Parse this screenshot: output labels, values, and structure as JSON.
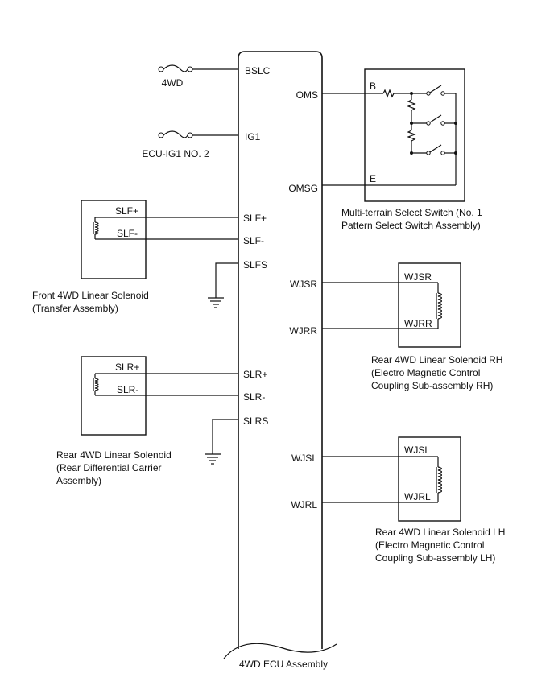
{
  "ecu": {
    "label": "4WD ECU Assembly",
    "pins_left": {
      "bslc": "BSLC",
      "ig1": "IG1",
      "slf_plus": "SLF+",
      "slf_minus": "SLF-",
      "slfs": "SLFS",
      "slr_plus": "SLR+",
      "slr_minus": "SLR-",
      "slrs": "SLRS"
    },
    "pins_right": {
      "oms": "OMS",
      "omsg": "OMSG",
      "wjsr": "WJSR",
      "wjrr": "WJRR",
      "wjsl": "WJSL",
      "wjrl": "WJRL"
    }
  },
  "fuses": {
    "fuse_4wd": "4WD",
    "fuse_ecu_ig1": "ECU-IG1 NO. 2"
  },
  "front_solenoid": {
    "pin_plus": "SLF+",
    "pin_minus": "SLF-",
    "caption_1": "Front 4WD Linear Solenoid",
    "caption_2": "(Transfer Assembly)"
  },
  "rear_solenoid": {
    "pin_plus": "SLR+",
    "pin_minus": "SLR-",
    "caption_1": "Rear 4WD Linear Solenoid",
    "caption_2": "(Rear Differential Carrier",
    "caption_3": "Assembly)"
  },
  "select_switch": {
    "pin_b": "B",
    "pin_e": "E",
    "caption_1": "Multi-terrain Select Switch (No. 1",
    "caption_2": "Pattern Select Switch Assembly)"
  },
  "solenoid_rh": {
    "pin_s": "WJSR",
    "pin_r": "WJRR",
    "caption_1": "Rear 4WD Linear Solenoid RH",
    "caption_2": "(Electro Magnetic Control",
    "caption_3": "Coupling Sub-assembly RH)"
  },
  "solenoid_lh": {
    "pin_s": "WJSL",
    "pin_r": "WJRL",
    "caption_1": "Rear 4WD Linear Solenoid LH",
    "caption_2": "(Electro Magnetic Control",
    "caption_3": "Coupling Sub-assembly LH)"
  }
}
